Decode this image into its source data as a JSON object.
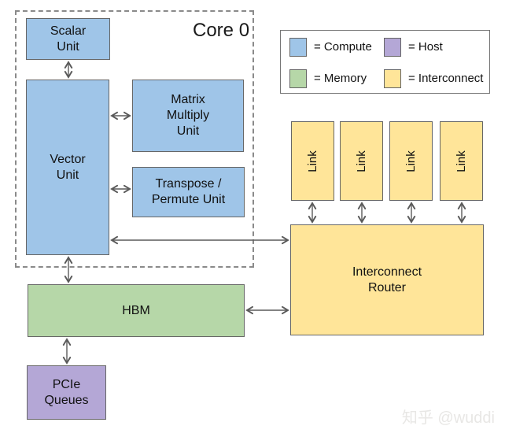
{
  "colors": {
    "compute": "#9fc5e8",
    "memory": "#b6d7a8",
    "host": "#b4a7d6",
    "interconnect": "#ffe599",
    "box_border": "#666666",
    "arrow": "#5a5a5a",
    "dashed_border": "#8a8a8a",
    "text": "#111111",
    "watermark_text": "#e8e7e5"
  },
  "core": {
    "title": "Core 0",
    "scalar_unit": "Scalar\nUnit",
    "vector_unit": "Vector\nUnit",
    "matrix_multiply_unit": "Matrix\nMultiply\nUnit",
    "transpose_permute_unit": "Transpose /\nPermute Unit"
  },
  "legend": {
    "items": [
      {
        "name": "compute",
        "label": "= Compute",
        "color": "#9fc5e8"
      },
      {
        "name": "host",
        "label": "= Host",
        "color": "#b4a7d6"
      },
      {
        "name": "memory",
        "label": "= Memory",
        "color": "#b6d7a8"
      },
      {
        "name": "interconnect",
        "label": "= Interconnect",
        "color": "#ffe599"
      }
    ]
  },
  "links": [
    "Link",
    "Link",
    "Link",
    "Link"
  ],
  "router_label": "Interconnect\nRouter",
  "hbm_label": "HBM",
  "pcie_label": "PCIe\nQueues",
  "watermark": "知乎 @wuddi"
}
